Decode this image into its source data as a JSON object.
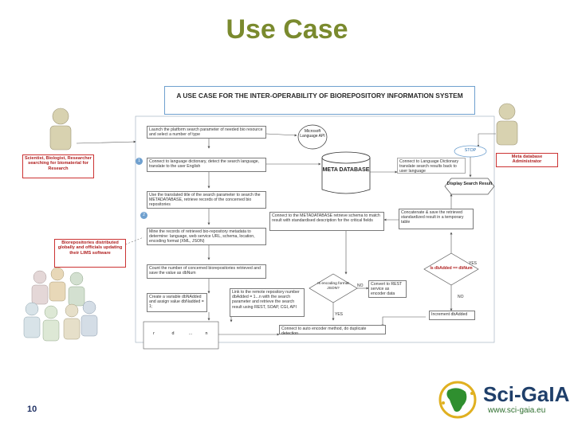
{
  "slide": {
    "title": "Use Case",
    "page_number": "10"
  },
  "diagram": {
    "header": "A USE CASE FOR THE INTER-OPERABILITY OF BIOREPOSITORY INFORMATION SYSTEM",
    "actors": {
      "scientist": "Scientist, Biologist, Researcher searching for biomaterial for Research",
      "admin": "Meta database Administrator",
      "biorepositories": "Biorepositories distributed globally and officials updating their LIMS software"
    },
    "steps": {
      "s1": "Launch the platform search parameter of needed bio resource and select a number of type",
      "s2": "Connect to language dictionary, detect the search language, translate to the user English",
      "s3": "Use the translated title of the search parameter to search the METADATABASE, retrieve records of the concerned bio repositories",
      "s4": "Mine the records of retrieved bio-repository metadata to determine: language, web service URL, schema, location, encoding format (XML, JSON)",
      "s5": "Count the number of concerned biorepositories retrieved and save the value as dbNum",
      "s6": "Create a variable dbNAdded and assign value dbNadded = 1;",
      "s7": "Connect to the METADATABASE retrieve schema to match result with standardised description for the critical fields",
      "s8": "Link to the remote repository number dbAdded = 1...n with the search parameter and retrieve the search result using REST, SOAP, CGI, API",
      "s9": "Connect to Language Dictionary translate search results back to user language",
      "s10": "Concatenate & save the retrieved standardized result in a temporary table",
      "s11": "Connect to auto encoder method, do duplicate detection",
      "s12": "Convert to REST service as encoder data"
    },
    "database": "META DATABASE",
    "ms_language": "Microsoft Language API",
    "stop": "STOP",
    "display": "Display Search Result",
    "decision_main": "Is dbAdded == dbNum",
    "decision_enc": "Is encoding format JSON?",
    "increment": "Increment dbAdded",
    "yes": "YES",
    "no": "NO",
    "no2": "NO",
    "yes2": "YES",
    "step1": "1",
    "step2": "2",
    "repos": [
      "r",
      "d",
      "...",
      "n"
    ]
  },
  "branding": {
    "name": "Sci-GaIA",
    "url": "www.sci-gaia.eu"
  },
  "colors": {
    "title": "#7a8a2e",
    "accent_blue": "#6fa0cf",
    "label_red": "#b02020"
  }
}
